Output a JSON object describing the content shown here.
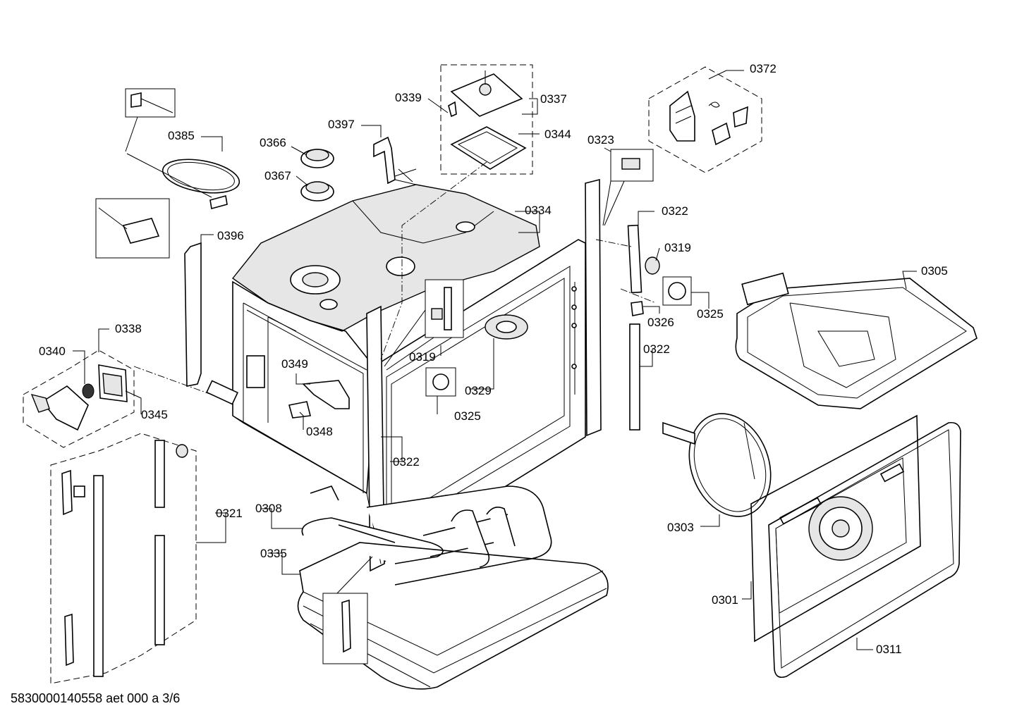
{
  "labels": {
    "p0372": "0372",
    "p0339": "0339",
    "p0337": "0337",
    "p0344": "0344",
    "p0385": "0385",
    "p0397": "0397",
    "p0366": "0366",
    "p0367": "0367",
    "p0323": "0323",
    "p0334": "0334",
    "p0322a": "0322",
    "p0319a": "0319",
    "p0305": "0305",
    "p0396": "0396",
    "p0325a": "0325",
    "p0326": "0326",
    "p0338": "0338",
    "p0322b": "0322",
    "p0340": "0340",
    "p0349": "0349",
    "p0319b": "0319",
    "p0329": "0329",
    "p0345": "0345",
    "p0348": "0348",
    "p0325b": "0325",
    "p0322c": "0322",
    "p0308": "0308",
    "p0321": "0321",
    "p0303": "0303",
    "p0335": "0335",
    "p0301": "0301",
    "p0311": "0311"
  },
  "footer": "5830000140558 aet 000 a 3/6"
}
